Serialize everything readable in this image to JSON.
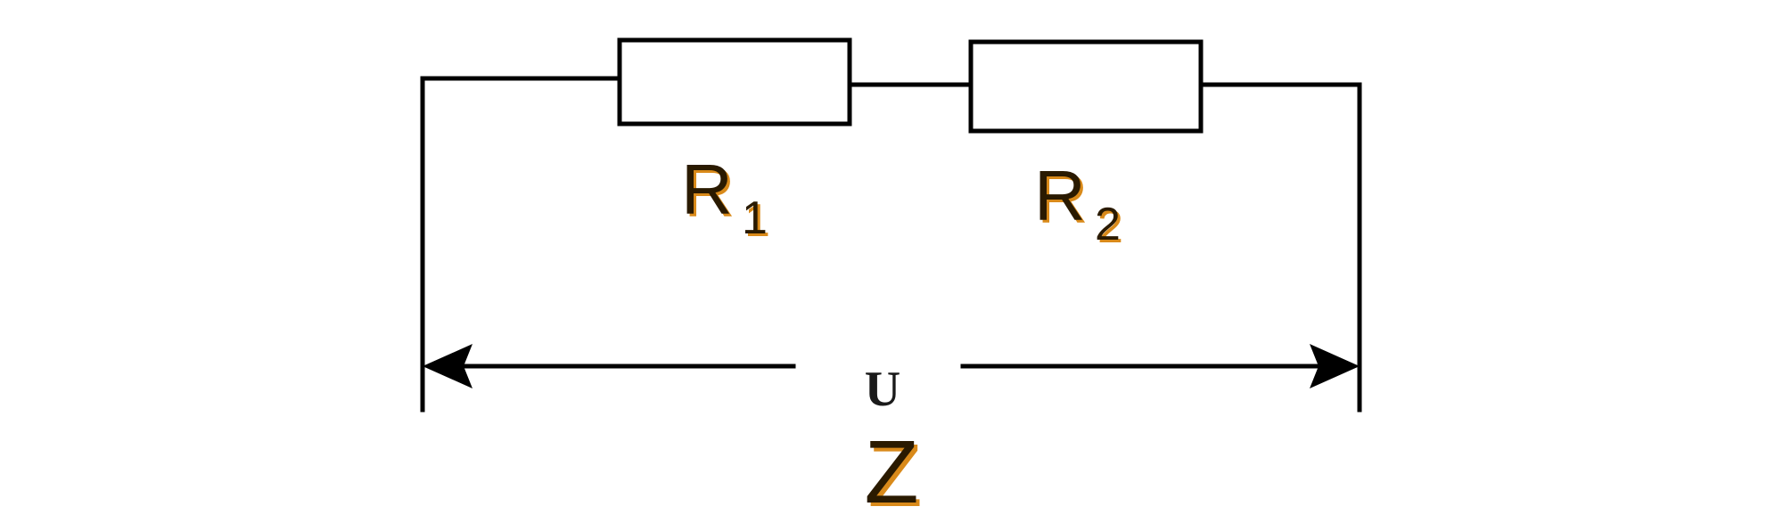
{
  "circuit": {
    "resistor1": {
      "letter": "R",
      "subscript": "1"
    },
    "resistor2": {
      "letter": "R",
      "subscript": "2"
    },
    "voltage_label": "U",
    "impedance_label": "Z"
  },
  "colors": {
    "wire": "#000000",
    "label": "#2a1a00",
    "label_shadow": "#d98a1a",
    "background": "#ffffff"
  }
}
